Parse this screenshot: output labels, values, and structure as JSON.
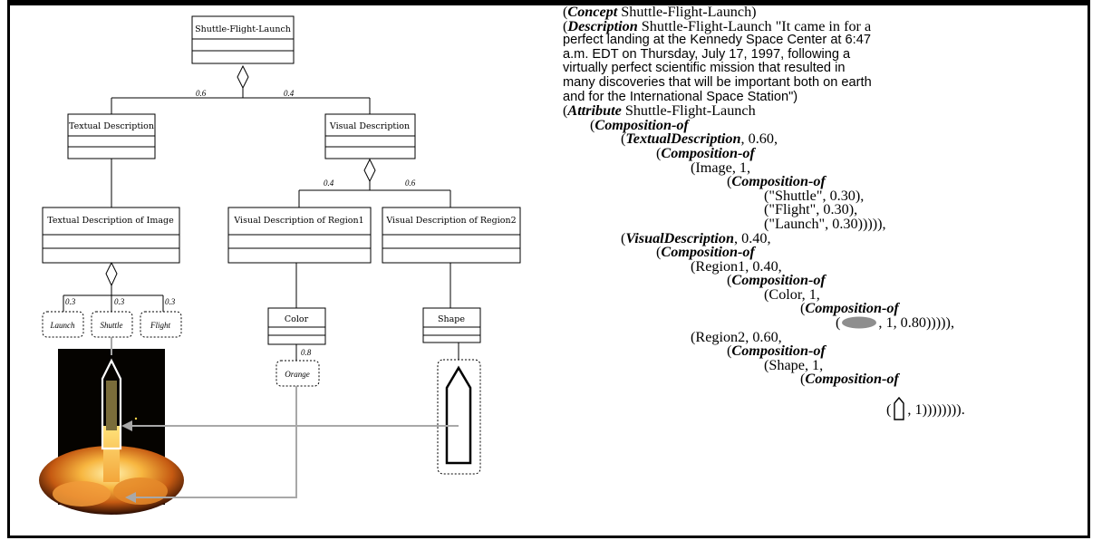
{
  "diagram": {
    "root": "Shuttle-Flight-Launch",
    "textual_description": "Textual Description",
    "visual_description": "Visual Description",
    "textual_description_of_image": "Textual Description of Image",
    "visual_description_region1": "Visual Description of Region1",
    "visual_description_region2": "Visual Description of Region2",
    "color": "Color",
    "shape": "Shape",
    "weights": {
      "root_left": "0.6",
      "root_right": "0.4",
      "visual_left": "0.4",
      "visual_right": "0.6",
      "launch": "0.3",
      "shuttle": "0.3",
      "flight": "0.3",
      "orange": "0.8"
    },
    "leaves": {
      "launch": "Launch",
      "shuttle": "Shuttle",
      "flight": "Flight",
      "orange": "Orange"
    },
    "colors": {
      "arrow": "#a8a8a8",
      "orange_swatch": "#8e8e8e",
      "line": "#000000"
    }
  },
  "description_text": {
    "l1_kw": "Concept",
    "l1_rest": " Shuttle-Flight-Launch)",
    "l2_kw": "Description",
    "l2_rest": " Shuttle-Flight-Launch \"It came in for a",
    "l3": "perfect landing at the Kennedy Space Center at 6:47",
    "l4": "a.m. EDT on Thursday, July 17, 1997, following a",
    "l5": "virtually perfect scientific mission that resulted in",
    "l6": "many discoveries that will be important both on earth",
    "l7": "and for the International Space Station\")",
    "l8_kw": "Attribute",
    "l8_rest": " Shuttle-Flight-Launch",
    "composition_of": "Composition-of",
    "textual_kw": "TextualDescription",
    "textual_rest": ", 0.60,",
    "image": "(Image, 1,",
    "shuttle_item": "(\"Shuttle\", 0.30),",
    "flight_item": "(\"Flight\", 0.30),",
    "launch_item": "(\"Launch\", 0.30))))),",
    "visual_kw": "VisualDescription",
    "visual_rest": ", 0.40,",
    "region1": "(Region1, 0.40,",
    "color_item": "(Color, 1,",
    "swatch_tail": ", 1, 0.80))))),",
    "region2": "(Region2, 0.60,",
    "shape_item": "(Shape, 1,",
    "shape_tail": ", 1))))))))."
  }
}
